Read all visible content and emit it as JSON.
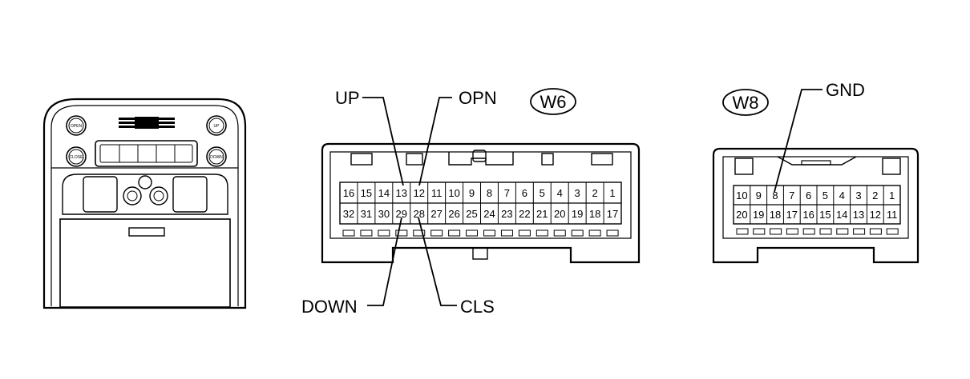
{
  "console": {
    "buttons": [
      "OPEN",
      "UP",
      "CLOSE",
      "DOWN"
    ]
  },
  "w6": {
    "id": "W6",
    "labels": {
      "up": "UP",
      "opn": "OPN",
      "down": "DOWN",
      "cls": "CLS"
    },
    "top_row": [
      "16",
      "15",
      "14",
      "13",
      "12",
      "11",
      "10",
      "9",
      "8",
      "7",
      "6",
      "5",
      "4",
      "3",
      "2",
      "1"
    ],
    "bottom_row": [
      "32",
      "31",
      "30",
      "29",
      "28",
      "27",
      "26",
      "25",
      "24",
      "23",
      "22",
      "21",
      "20",
      "19",
      "18",
      "17"
    ]
  },
  "w8": {
    "id": "W8",
    "labels": {
      "gnd": "GND"
    },
    "top_row": [
      "10",
      "9",
      "8",
      "7",
      "6",
      "5",
      "4",
      "3",
      "2",
      "1"
    ],
    "bottom_row": [
      "20",
      "19",
      "18",
      "17",
      "16",
      "15",
      "14",
      "13",
      "12",
      "11"
    ]
  }
}
